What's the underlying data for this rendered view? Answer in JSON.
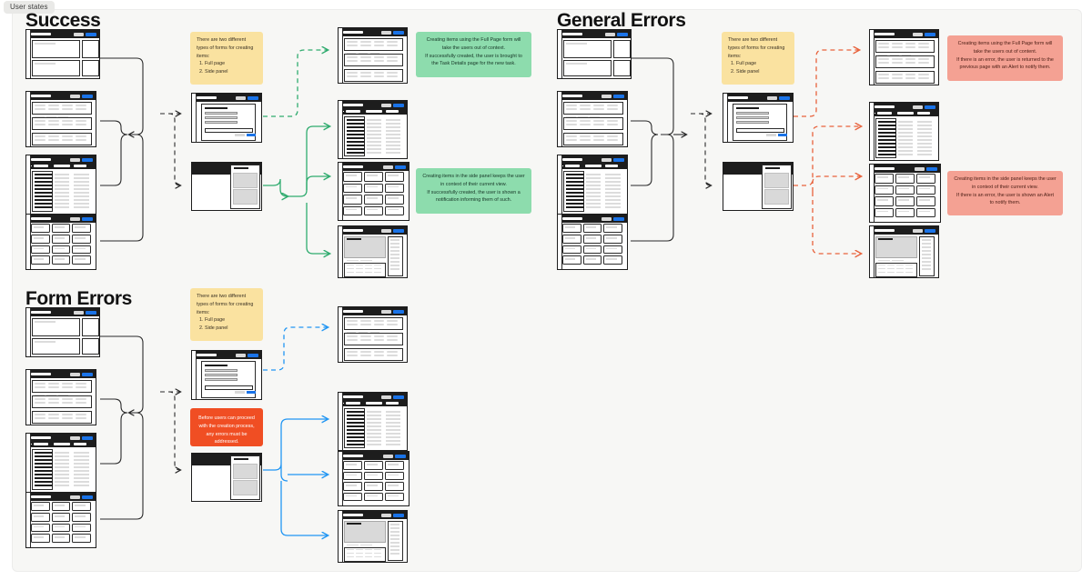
{
  "board": {
    "tab_label": "User states"
  },
  "sections": [
    {
      "id": "success",
      "title": "Success"
    },
    {
      "id": "general-errors",
      "title": "General Errors"
    },
    {
      "id": "form-errors",
      "title": "Form Errors"
    }
  ],
  "notes": {
    "forms_note_success": {
      "kind": "yellow",
      "lead": "There are two different types of forms for creating items:",
      "items": [
        "Full page",
        "Side panel"
      ]
    },
    "forms_note_general": {
      "kind": "yellow",
      "lead": "There are two different types of forms for creating items:",
      "items": [
        "Full page",
        "Side panel"
      ]
    },
    "forms_note_formerrors": {
      "kind": "yellow",
      "lead": "There are two different types of forms for creating items:",
      "items": [
        "Full page",
        "Side panel"
      ]
    },
    "success_fullpage": {
      "kind": "green",
      "lines": [
        "Creating items using the Full Page form will",
        "take the users out of context.",
        "If successfully created, the user is brought to",
        "the Task Details page for the new task."
      ]
    },
    "success_sidepanel": {
      "kind": "green",
      "lines": [
        "Creating items in the side panel keeps the user",
        "in context of their current view.",
        "If successfully created, the user is shown a",
        "notification informing them of such."
      ]
    },
    "general_fullpage": {
      "kind": "red",
      "lines": [
        "Creating items using the Full Page form will",
        "take the users out of content.",
        "If there is an error, the user is returned to the",
        "previous page with an Alert to notify them."
      ]
    },
    "general_sidepanel": {
      "kind": "red",
      "lines": [
        "Creating items in the side panel keeps the user",
        "in context of their current view.",
        "If there is an error, the user is shown an Alert",
        "to notify them."
      ]
    },
    "form_errors_block": {
      "kind": "orange",
      "lines": [
        "Before users can proceed",
        "with the creation process,",
        "any errors must be",
        "addressed."
      ]
    }
  },
  "colors": {
    "accent_blue": "#1a73e8",
    "flow_success": "#2fab6e",
    "flow_error": "#e8623c",
    "flow_form": "#2196f3",
    "flow_neutral": "#2a2a2a",
    "note_yellow": "#fae2a0",
    "note_green": "#8ddcad",
    "note_red": "#f4a193",
    "note_orange": "#f04e23",
    "board_bg": "#f7f7f5"
  },
  "screens": {
    "dashboard": {
      "name": "Dashboard screen",
      "type": "cards-two-col"
    },
    "list": {
      "name": "List screen",
      "type": "stacked-tables"
    },
    "table": {
      "name": "Table screen",
      "type": "sidebar-table"
    },
    "grid": {
      "name": "Grid screen",
      "type": "card-grid"
    },
    "fullpage_form": {
      "name": "Full page form screen",
      "type": "form"
    },
    "side_panel": {
      "name": "Side panel form screen",
      "type": "panel"
    },
    "task_details": {
      "name": "Task details screen",
      "type": "details"
    }
  }
}
